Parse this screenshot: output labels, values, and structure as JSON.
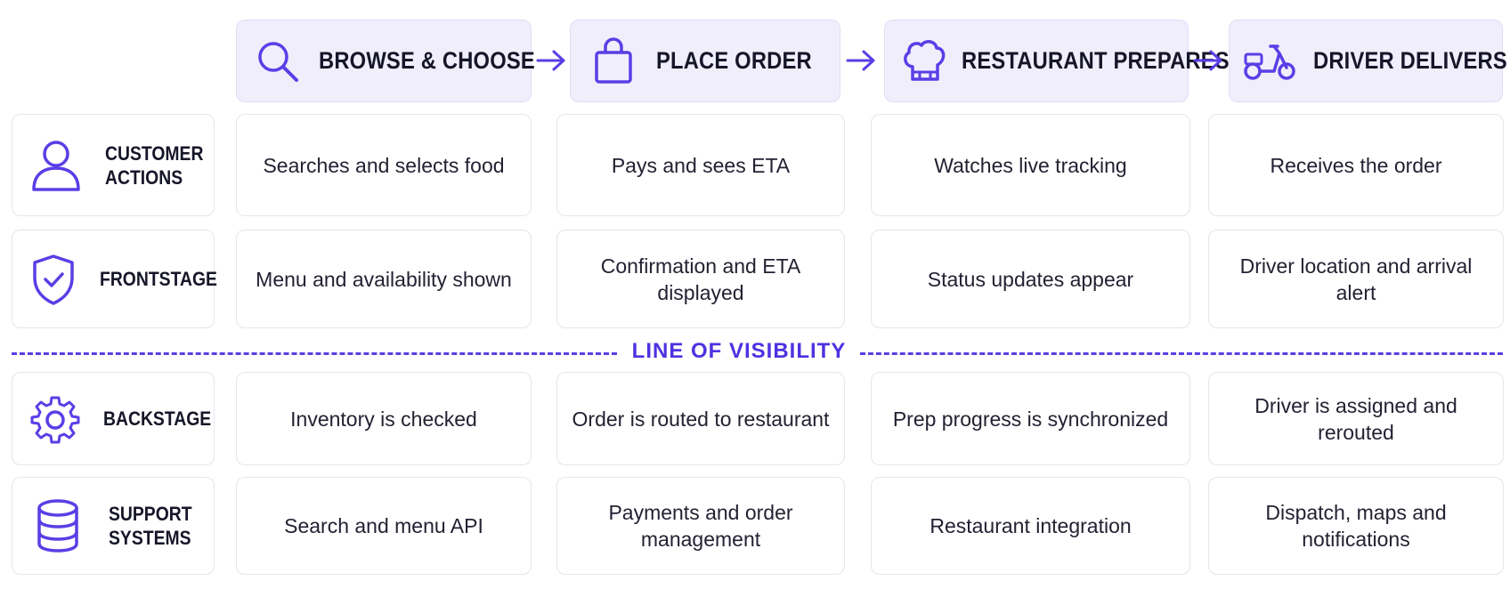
{
  "stages": [
    {
      "label": "BROWSE & CHOOSE",
      "icon": "search-icon"
    },
    {
      "label": "PLACE ORDER",
      "icon": "shopping-bag-icon"
    },
    {
      "label": "RESTAURANT PREPARES",
      "icon": "chef-hat-icon"
    },
    {
      "label": "DRIVER DELIVERS",
      "icon": "scooter-icon"
    }
  ],
  "lanes": [
    {
      "label": "CUSTOMER\nACTIONS",
      "icon": "user-icon",
      "cells": [
        "Searches and selects food",
        "Pays and sees ETA",
        "Watches live tracking",
        "Receives the order"
      ]
    },
    {
      "label": "FRONTSTAGE",
      "icon": "shield-check-icon",
      "cells": [
        "Menu and availability shown",
        "Confirmation and ETA displayed",
        "Status updates appear",
        "Driver location and arrival alert"
      ]
    },
    {
      "label": "BACKSTAGE",
      "icon": "gear-icon",
      "cells": [
        "Inventory is checked",
        "Order is routed to restaurant",
        "Prep progress is synchronized",
        "Driver is assigned and rerouted"
      ]
    },
    {
      "label": "SUPPORT\nSYSTEMS",
      "icon": "database-icon",
      "cells": [
        "Search and menu API",
        "Payments and order management",
        "Restaurant integration",
        "Dispatch, maps and notifications"
      ]
    }
  ],
  "line_of_visibility": "LINE OF VISIBILITY",
  "colors": {
    "accent": "#5b3ee6",
    "stage_bg": "#f1eefc",
    "border": "#e5e5ec"
  }
}
